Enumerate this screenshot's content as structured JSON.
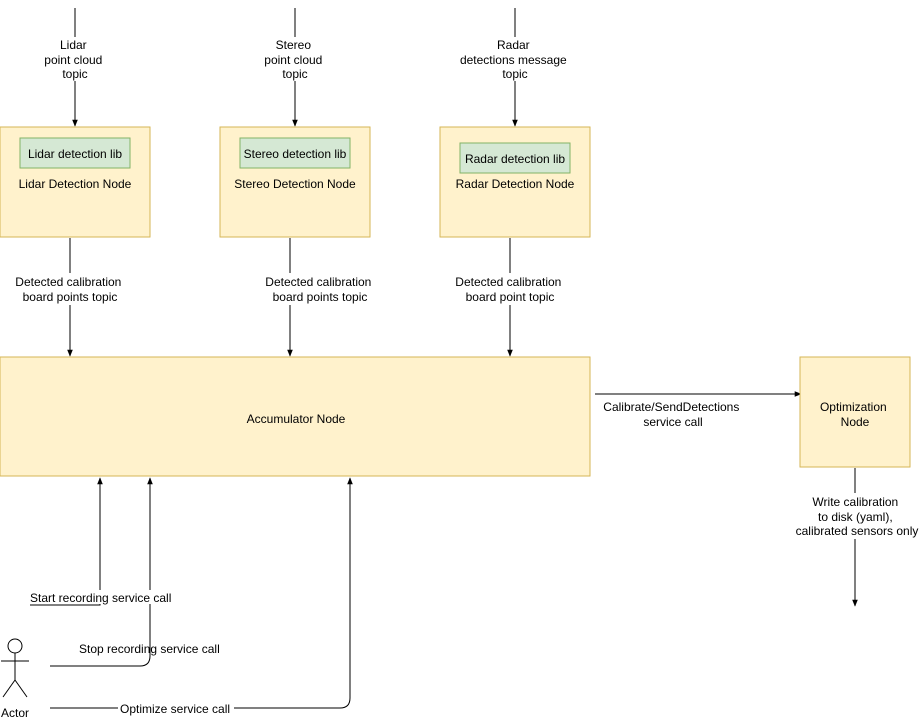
{
  "inputs": {
    "lidar": [
      "Lidar",
      "point cloud",
      "topic"
    ],
    "stereo": [
      "Stereo",
      "point cloud",
      "topic"
    ],
    "radar": [
      "Radar",
      "detections message",
      "topic"
    ]
  },
  "nodes": {
    "lidar_node": "Lidar Detection Node",
    "lidar_lib": "Lidar detection lib",
    "stereo_node": "Stereo Detection Node",
    "stereo_lib": "Stereo detection lib",
    "radar_node": "Radar Detection Node",
    "radar_lib": "Radar detection lib",
    "accumulator": "Accumulator Node",
    "optimization": [
      "Optimization",
      "Node"
    ]
  },
  "edges": {
    "lidar_out": [
      "Detected calibration",
      "board points topic"
    ],
    "stereo_out": [
      "Detected calibration",
      "board points topic"
    ],
    "radar_out": [
      "Detected calibration",
      "board point topic"
    ],
    "calibrate": [
      "Calibrate/SendDetections",
      "service call"
    ],
    "write": [
      "Write calibration",
      "to disk (yaml),",
      "calibrated sensors only"
    ],
    "start": "Start recording service call",
    "stop": "Stop recording service call",
    "optimize": "Optimize service call"
  },
  "actor": {
    "label": "Actor"
  }
}
